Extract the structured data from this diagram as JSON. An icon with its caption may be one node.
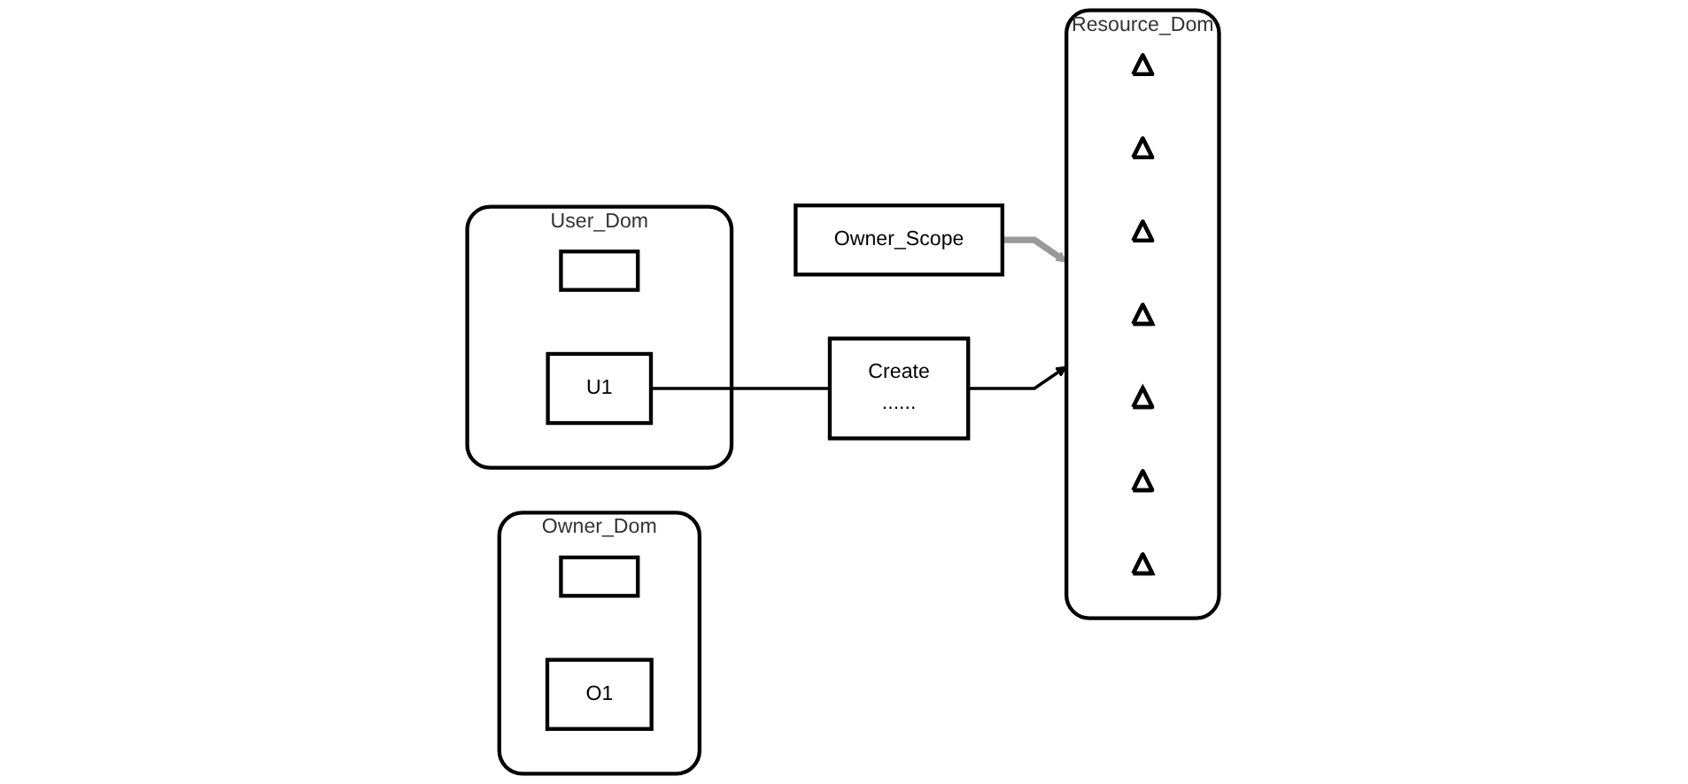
{
  "diagram": {
    "nodes": [
      {
        "text": [
          "Owner_Dom"
        ]
      },
      {
        "text": [],
        "shape": "box",
        "in": 0
      },
      {
        "text": [
          "O1"
        ],
        "in": 0
      },
      {
        "text": [
          "Owner_Scope"
        ]
      },
      {
        "text": [
          "Resource_Dom"
        ]
      },
      {
        "text": [],
        "shape": "triangle",
        "in": 4
      },
      {
        "text": [],
        "shape": "triangle",
        "in": 4
      },
      {
        "text": [],
        "shape": "triangle",
        "in": 4
      },
      {
        "text": [],
        "shape": "triangle",
        "in": 4
      },
      {
        "text": [],
        "shape": "triangle",
        "in": 4
      },
      {
        "text": [],
        "shape": "triangle",
        "in": 4
      },
      {
        "text": [],
        "shape": "triangle",
        "in": 4
      },
      {
        "text": [
          "User_Dom"
        ]
      },
      {
        "text": [],
        "shape": "box",
        "in": 12
      },
      {
        "text": [
          "U1"
        ],
        "in": 12
      },
      {
        "text": [
          "Create",
          "......"
        ]
      }
    ],
    "edges": [
      {
        "from": 3,
        "to": 4,
        "arrow": "to",
        "style": "thick",
        "color": "#999999"
      },
      {
        "from": 14,
        "to": 15,
        "arrow": "none"
      },
      {
        "from": 15,
        "to": 4,
        "arrow": "to"
      }
    ]
  }
}
